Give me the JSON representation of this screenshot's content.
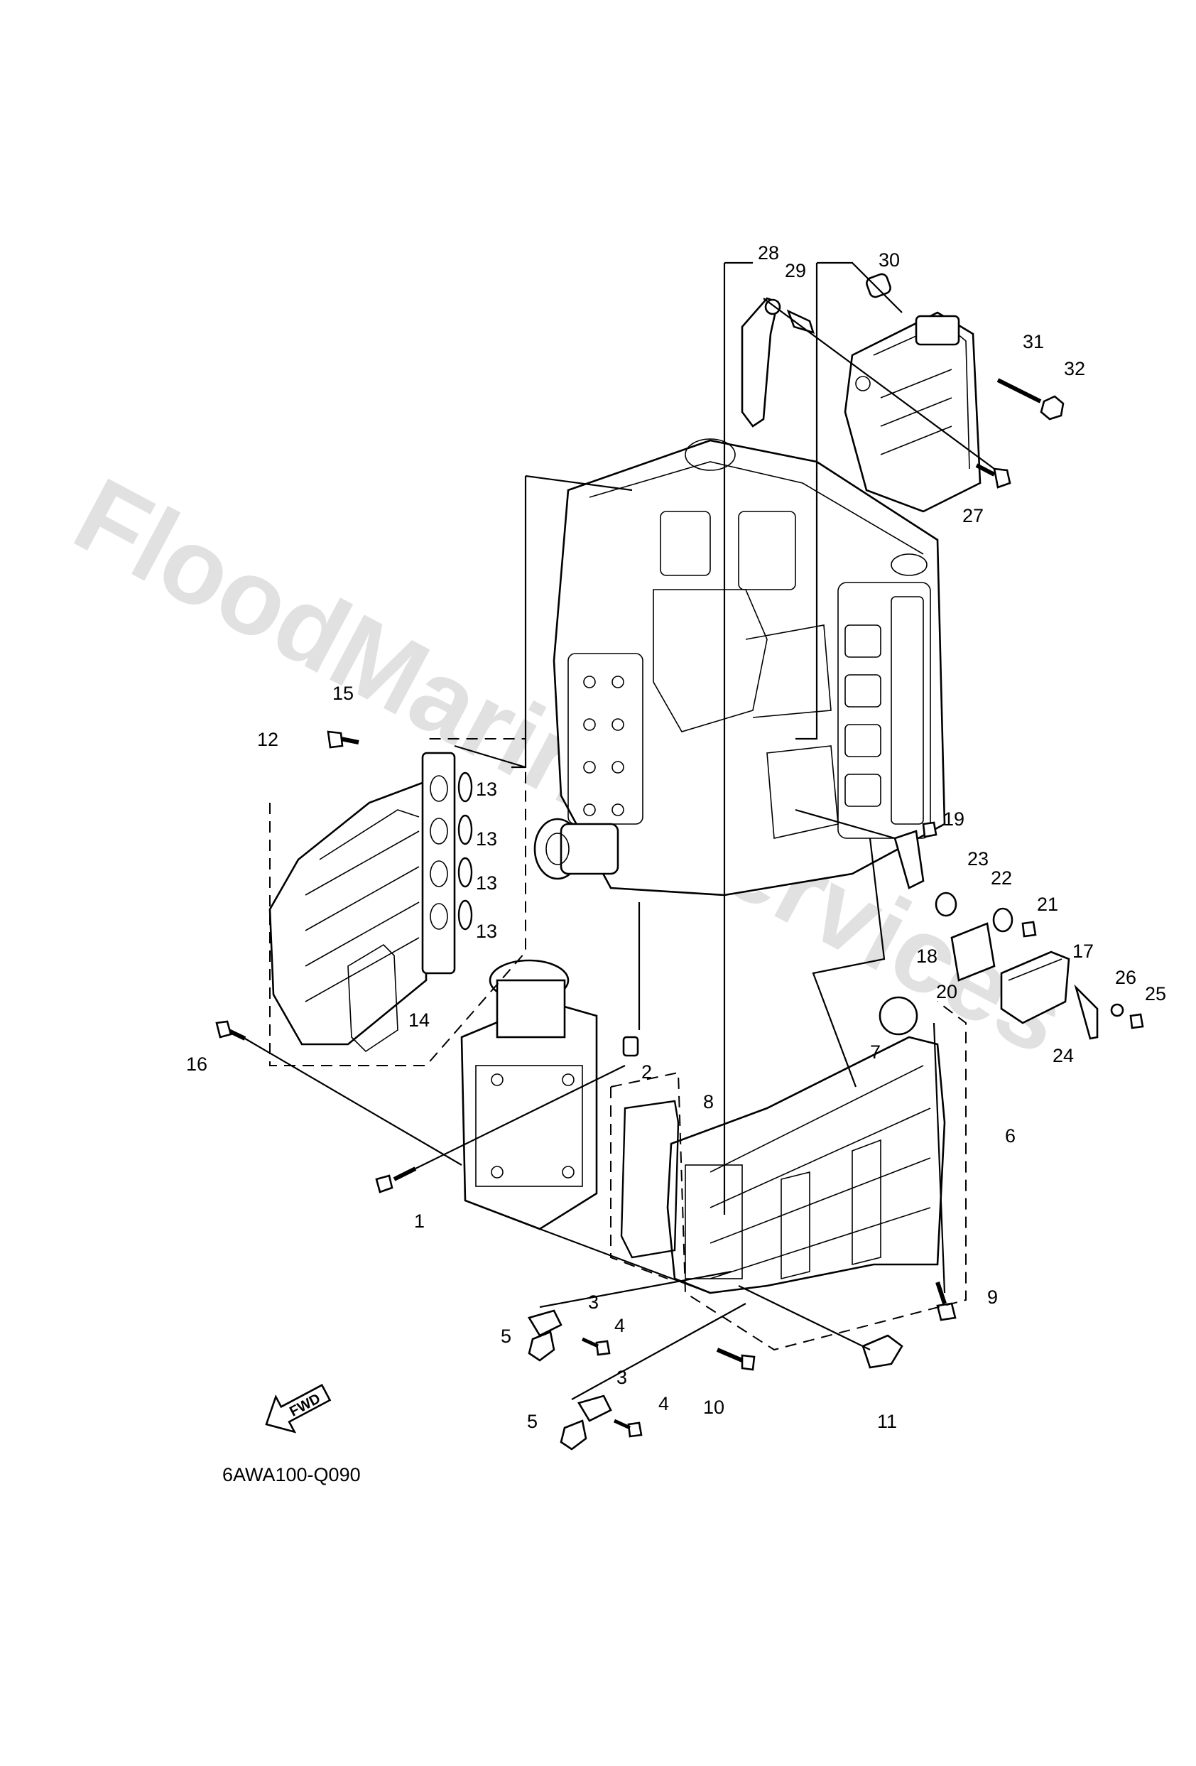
{
  "watermark": "FloodMarine Services",
  "diagram_code": "6AWA100-Q090",
  "fwd_label": "FWD",
  "callouts": [
    "1",
    "2",
    "3",
    "3",
    "4",
    "4",
    "5",
    "5",
    "6",
    "7",
    "8",
    "9",
    "10",
    "11",
    "12",
    "13",
    "13",
    "13",
    "13",
    "14",
    "15",
    "16",
    "17",
    "18",
    "19",
    "20",
    "21",
    "22",
    "23",
    "24",
    "25",
    "26",
    "27",
    "28",
    "29",
    "30",
    "31",
    "32"
  ]
}
